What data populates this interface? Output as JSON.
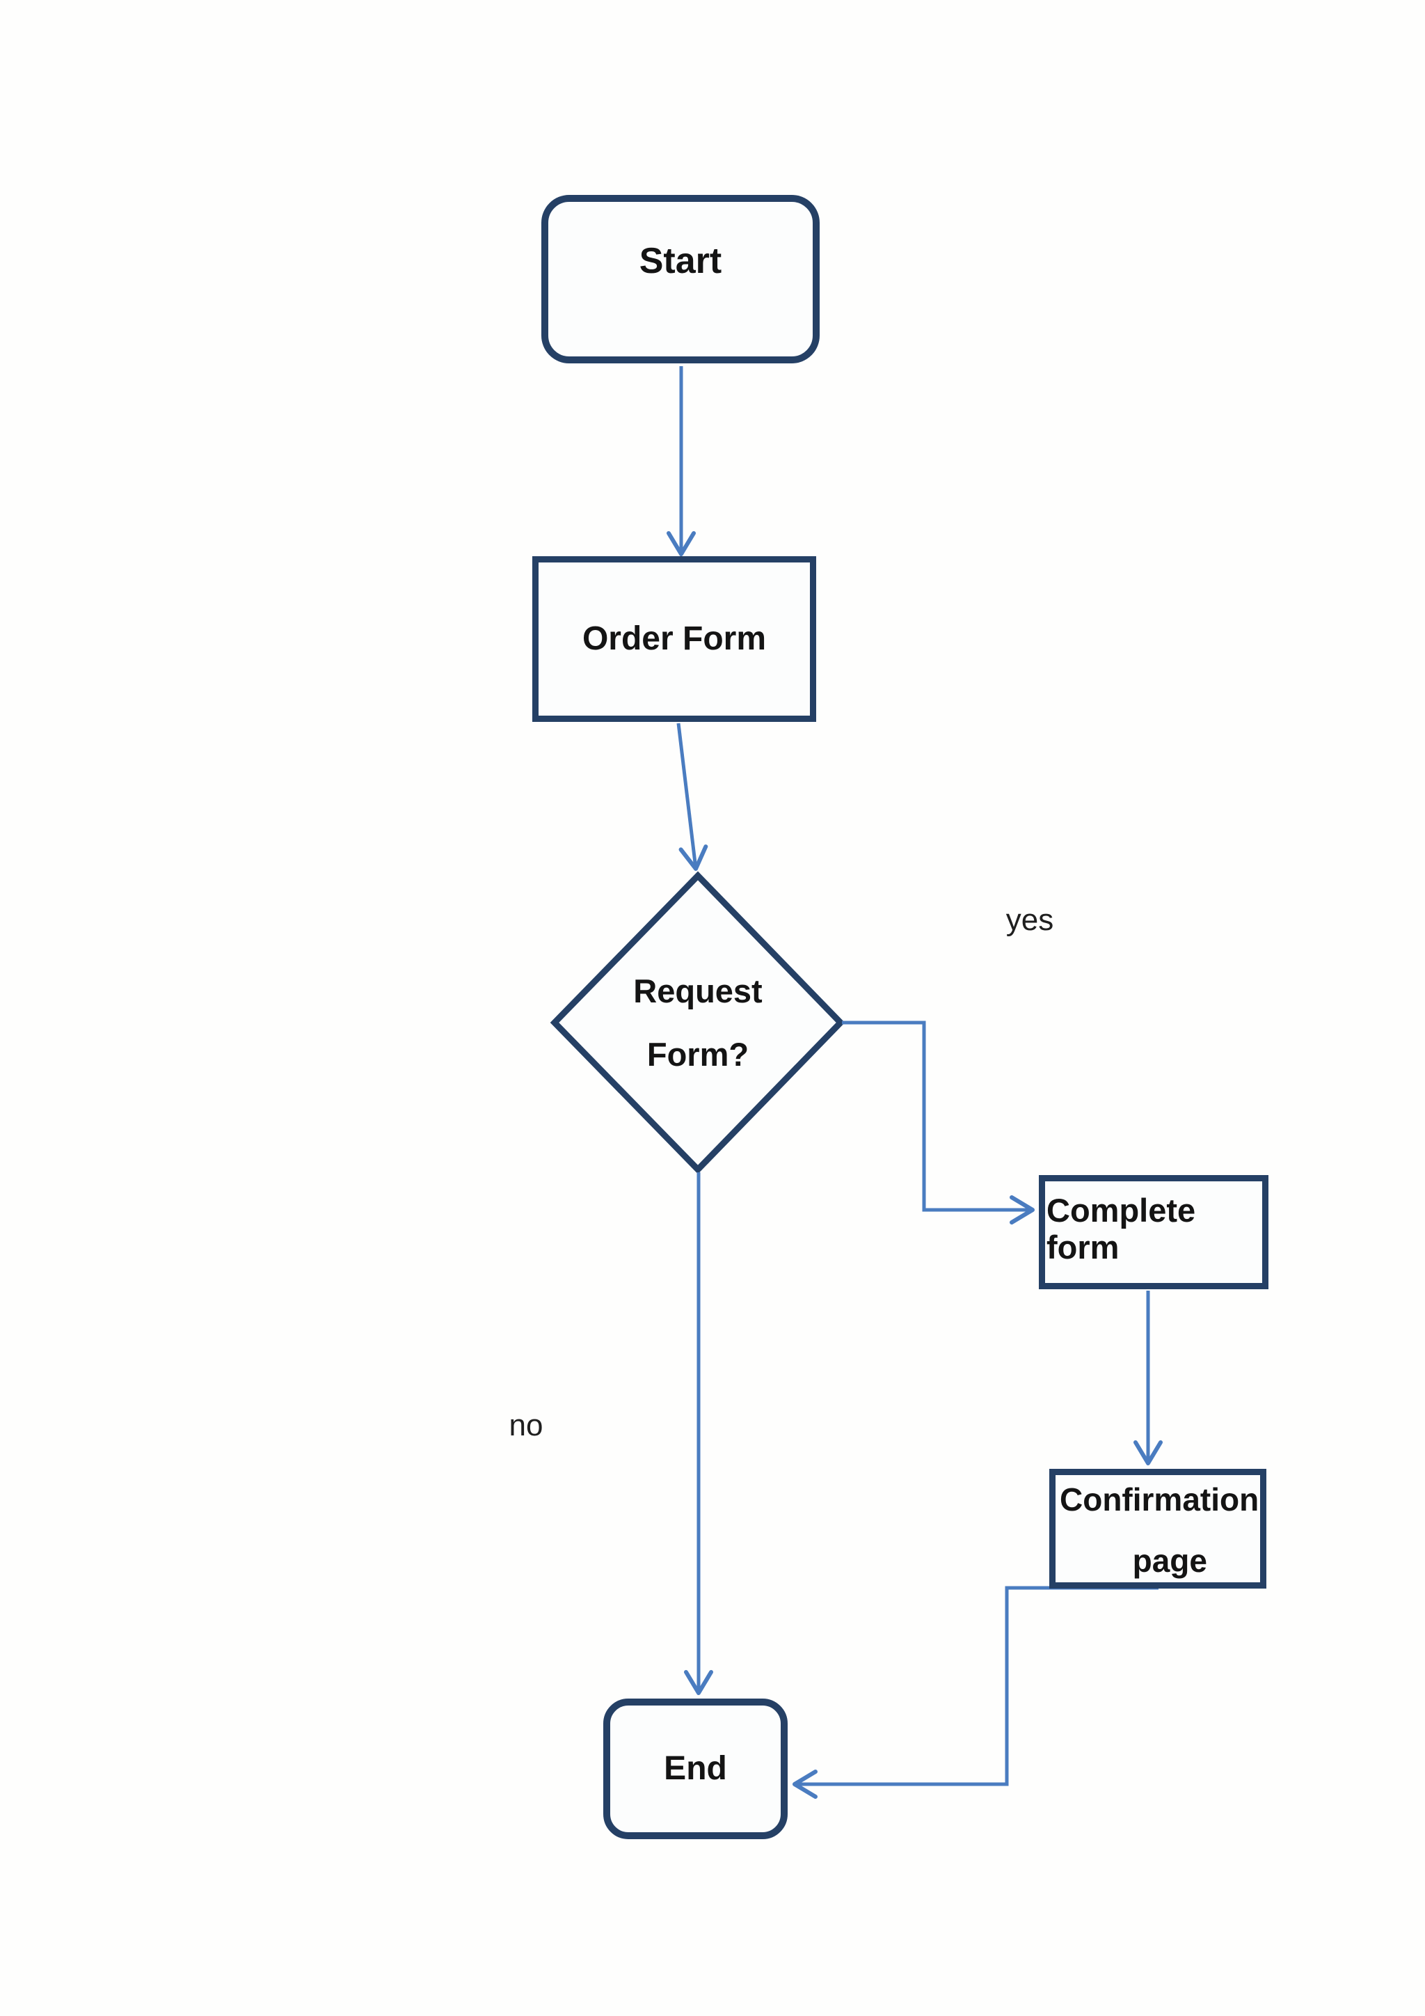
{
  "diagram": {
    "type": "flowchart",
    "colors": {
      "node_border": "#254065",
      "node_fill": "#fcfdfd",
      "connector": "#4A7CC0",
      "text": "#141414"
    },
    "nodes": {
      "start": {
        "label": "Start",
        "shape": "rounded-rectangle"
      },
      "order_form": {
        "label": "Order Form",
        "shape": "rectangle"
      },
      "request_form_decision": {
        "label_line1": "Request",
        "label_line2": "Form?",
        "shape": "diamond"
      },
      "complete_form": {
        "label": "Complete form",
        "shape": "rectangle"
      },
      "confirmation_page": {
        "label_line1": "Confirmation",
        "label_line2": "page",
        "shape": "rectangle"
      },
      "end": {
        "label": "End",
        "shape": "rounded-rectangle"
      }
    },
    "edge_labels": {
      "yes": "yes",
      "no": "no"
    }
  }
}
